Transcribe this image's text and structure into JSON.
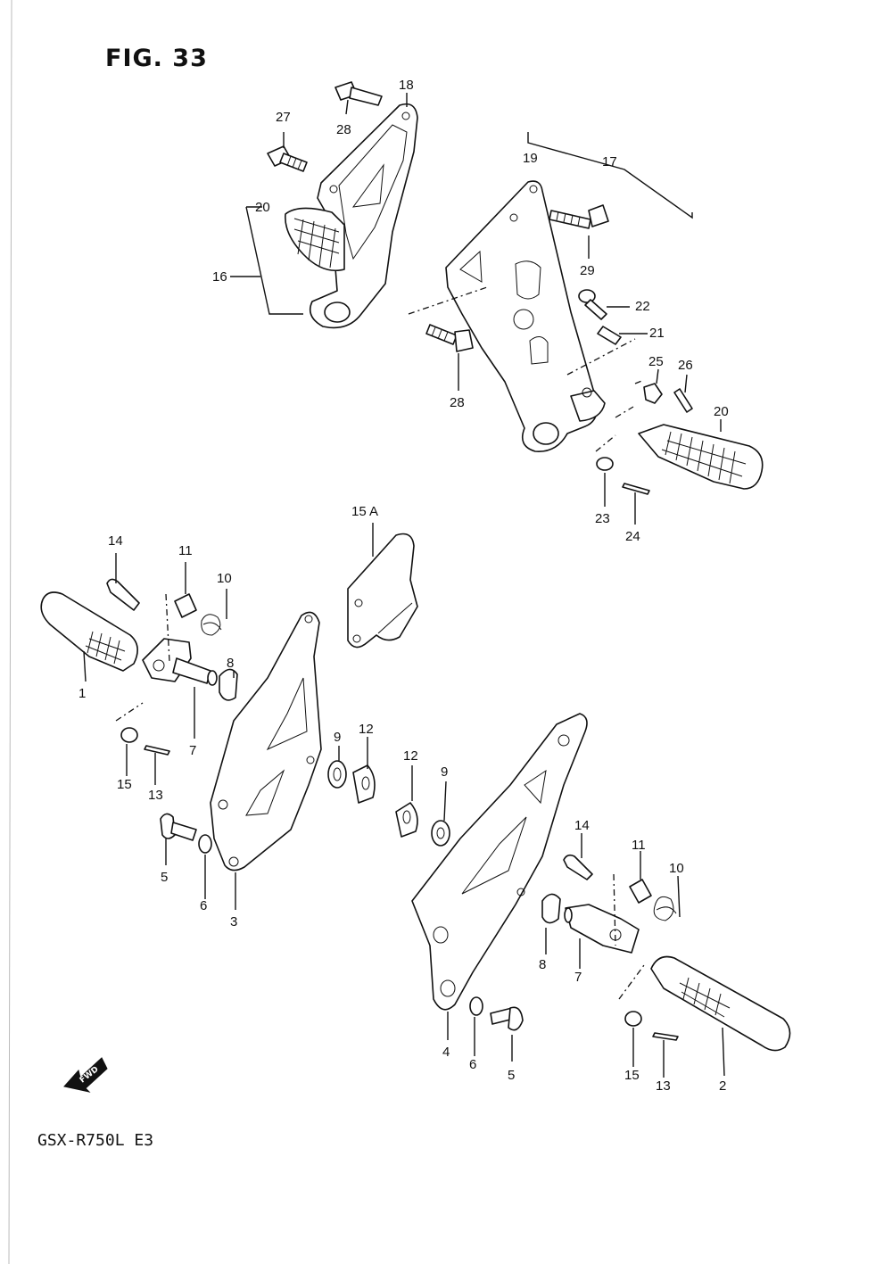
{
  "figure": {
    "title": "FIG. 33",
    "model": "GSX-R750L  E3",
    "fwd_label": "FWD"
  },
  "callouts": [
    {
      "id": "c1",
      "text": "1"
    },
    {
      "id": "c2",
      "text": "2"
    },
    {
      "id": "c3",
      "text": "3"
    },
    {
      "id": "c4",
      "text": "4"
    },
    {
      "id": "c5a",
      "text": "5"
    },
    {
      "id": "c5b",
      "text": "5"
    },
    {
      "id": "c6a",
      "text": "6"
    },
    {
      "id": "c6b",
      "text": "6"
    },
    {
      "id": "c7a",
      "text": "7"
    },
    {
      "id": "c7b",
      "text": "7"
    },
    {
      "id": "c8a",
      "text": "8"
    },
    {
      "id": "c8b",
      "text": "8"
    },
    {
      "id": "c9a",
      "text": "9"
    },
    {
      "id": "c9b",
      "text": "9"
    },
    {
      "id": "c10a",
      "text": "10"
    },
    {
      "id": "c10b",
      "text": "10"
    },
    {
      "id": "c11a",
      "text": "11"
    },
    {
      "id": "c11b",
      "text": "11"
    },
    {
      "id": "c12a",
      "text": "12"
    },
    {
      "id": "c12b",
      "text": "12"
    },
    {
      "id": "c13a",
      "text": "13"
    },
    {
      "id": "c13b",
      "text": "13"
    },
    {
      "id": "c14a",
      "text": "14"
    },
    {
      "id": "c14b",
      "text": "14"
    },
    {
      "id": "c15a",
      "text": "15"
    },
    {
      "id": "c15b",
      "text": "15"
    },
    {
      "id": "c15A",
      "text": "15 A"
    },
    {
      "id": "c16",
      "text": "16"
    },
    {
      "id": "c17",
      "text": "17"
    },
    {
      "id": "c18",
      "text": "18"
    },
    {
      "id": "c19",
      "text": "19"
    },
    {
      "id": "c20a",
      "text": "20"
    },
    {
      "id": "c20b",
      "text": "20"
    },
    {
      "id": "c21",
      "text": "21"
    },
    {
      "id": "c22",
      "text": "22"
    },
    {
      "id": "c23",
      "text": "23"
    },
    {
      "id": "c24",
      "text": "24"
    },
    {
      "id": "c25",
      "text": "25"
    },
    {
      "id": "c26",
      "text": "26"
    },
    {
      "id": "c27",
      "text": "27"
    },
    {
      "id": "c28a",
      "text": "28"
    },
    {
      "id": "c28b",
      "text": "28"
    },
    {
      "id": "c29",
      "text": "29"
    }
  ]
}
